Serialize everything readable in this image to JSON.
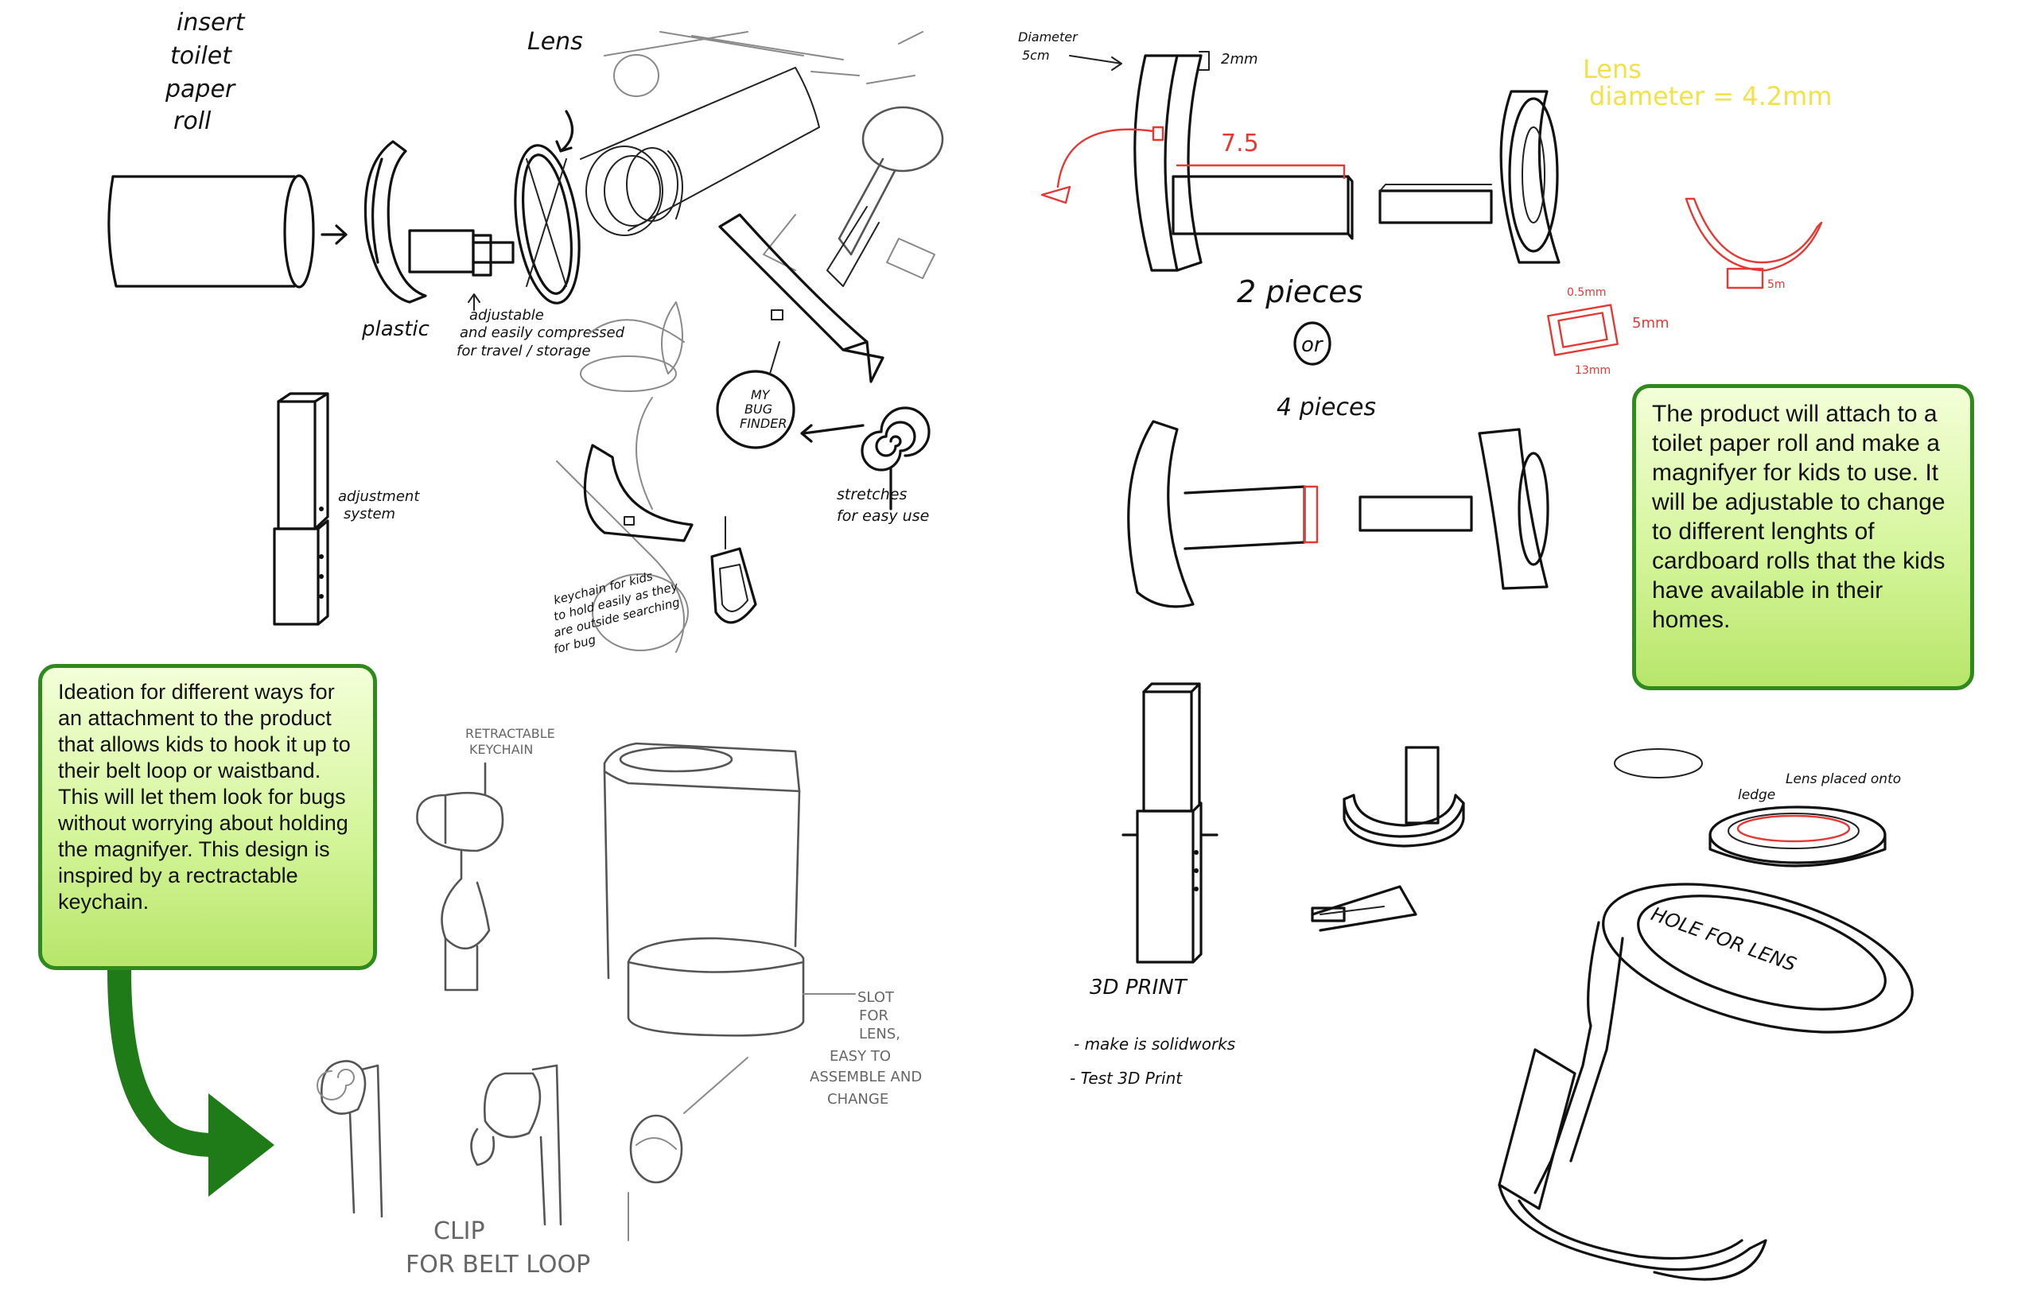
{
  "notes": {
    "product": "The product will attach to a toilet paper roll and make a magnifyer for kids to use. It will be adjustable to change to different lenghts of cardboard rolls that the kids have available in their homes.",
    "ideation": "Ideation for different ways for an attachment to the product that allows kids to hook it up to their belt loop or waistband. This will let them look for bugs without worrying about holding the magnifyer. This design is inspired by a rectractable keychain."
  },
  "labels": {
    "insert": [
      "insert",
      "toilet",
      "paper",
      "roll"
    ],
    "lens": "Lens",
    "plastic": "plastic",
    "adjustable": [
      "adjustable",
      "and easily compressed",
      "for travel / storage"
    ],
    "adjustment_system": [
      "adjustment",
      "system"
    ],
    "bug_finder": [
      "MY",
      "BUG",
      "FINDER"
    ],
    "stretches": [
      "stretches",
      "for easy use"
    ],
    "keychain": [
      "keychain for kids",
      "to hold easily as they",
      "are outside searching",
      "for bug"
    ],
    "diameter": [
      "Diameter",
      "5cm"
    ],
    "two_mm": "2mm",
    "seven_five": "7.5",
    "lens_diameter": [
      "Lens",
      "diameter = 4.2mm"
    ],
    "pieces": [
      "2 pieces",
      "or",
      "4 pieces"
    ],
    "red_dims": [
      "0.5mm",
      "5mm",
      "13mm",
      "5m"
    ],
    "three_d_print": "3D PRINT",
    "make_notes": [
      "- make is solidworks",
      "- Test 3D Print"
    ],
    "lens_placed": [
      "Lens placed onto",
      "ledge"
    ],
    "hole_for_lens": "HOLE FOR LENS",
    "retractable": [
      "RETRACTABLE",
      "KEYCHAIN"
    ],
    "slot": [
      "SLOT",
      "FOR",
      "LENS,",
      "EASY TO",
      "ASSEMBLE AND",
      "CHANGE"
    ],
    "clip": [
      "CLIP",
      "FOR BELT LOOP"
    ]
  },
  "colors": {
    "note_border": "#2f8a1e",
    "note_fill": "#d5f59b",
    "arrow": "#1f7a18",
    "lens_text": "#f2e24a",
    "red_ink": "#e53935"
  }
}
